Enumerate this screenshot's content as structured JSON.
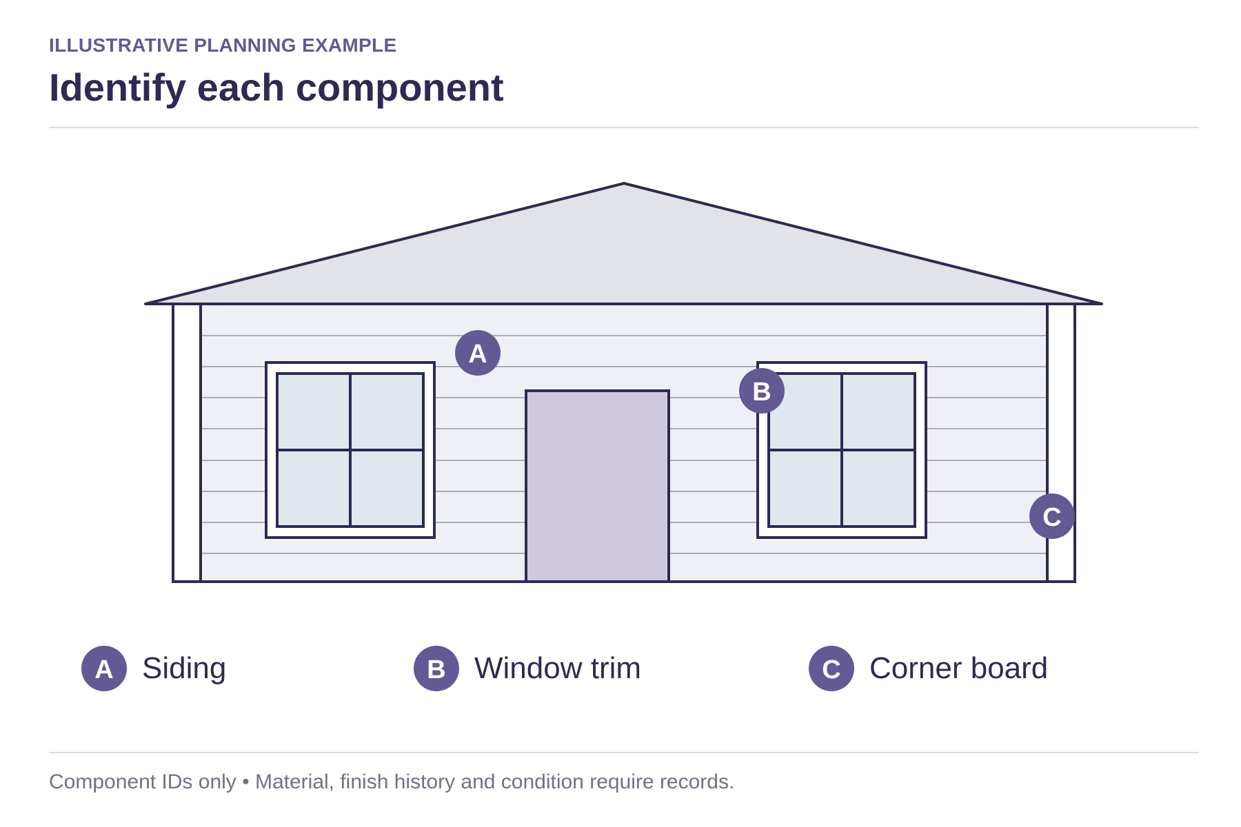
{
  "eyebrow": "ILLUSTRATIVE PLANNING EXAMPLE",
  "title": "Identify each component",
  "components": [
    {
      "id": "A",
      "label": "Siding"
    },
    {
      "id": "B",
      "label": "Window trim"
    },
    {
      "id": "C",
      "label": "Corner board"
    }
  ],
  "footnote": "Component IDs only • Material, finish history and condition require records.",
  "colors": {
    "accent": "#635994",
    "ink": "#2e2a53",
    "roof": "#e0e3e8",
    "siding": "#edf1f5",
    "siding_lines": "#a8adb8",
    "glass": "#e0e7ee",
    "door": "#cfc9df",
    "rule": "#dddbe3",
    "muted_text": "#717182"
  }
}
